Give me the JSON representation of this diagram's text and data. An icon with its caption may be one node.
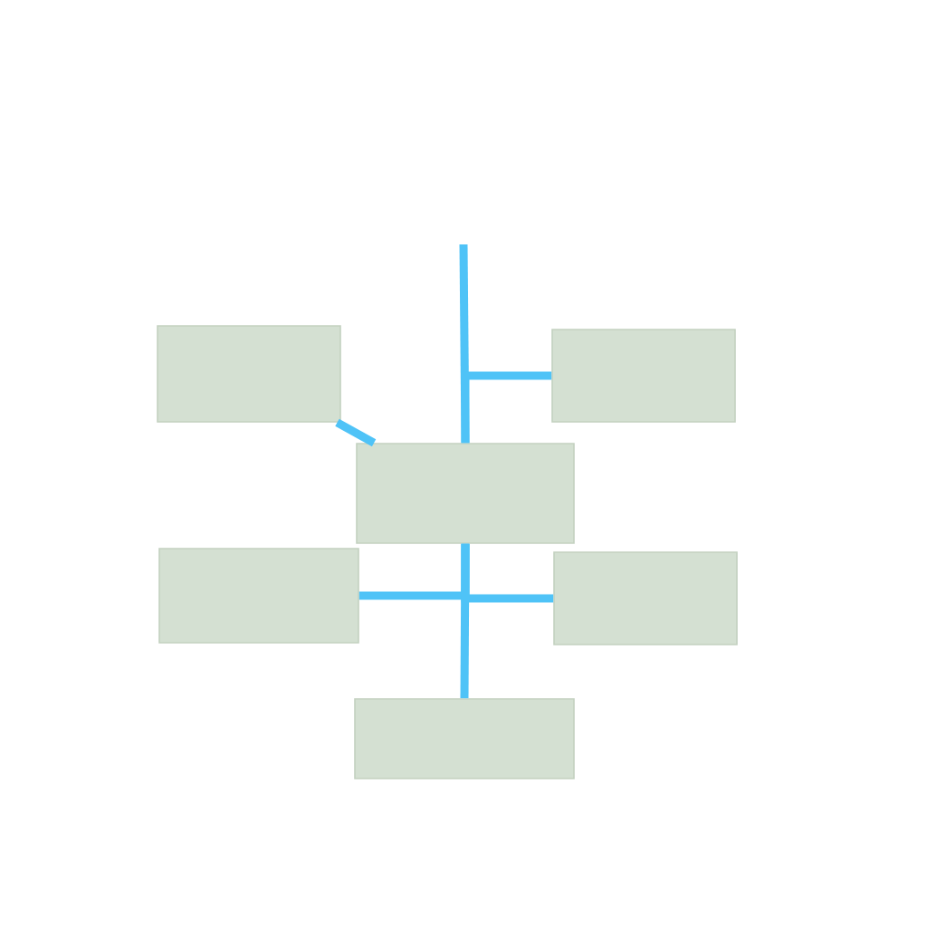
{
  "diagram": {
    "nodes": [
      {
        "text": [],
        "shape": "box"
      },
      {
        "text": [],
        "shape": "box"
      },
      {
        "text": [],
        "shape": "box"
      },
      {
        "text": [],
        "shape": "box"
      },
      {
        "text": [],
        "shape": "box"
      },
      {
        "text": [],
        "shape": "box"
      }
    ],
    "edges": [
      {
        "from": null,
        "to": 2,
        "arrow": "none"
      },
      {
        "from": 0,
        "to": 2,
        "arrow": "none"
      },
      {
        "from": 1,
        "to": 2,
        "arrow": "none"
      },
      {
        "from": 3,
        "to": 2,
        "arrow": "none"
      },
      {
        "from": 4,
        "to": 2,
        "arrow": "none"
      },
      {
        "from": 2,
        "to": 5,
        "arrow": "none"
      }
    ]
  }
}
